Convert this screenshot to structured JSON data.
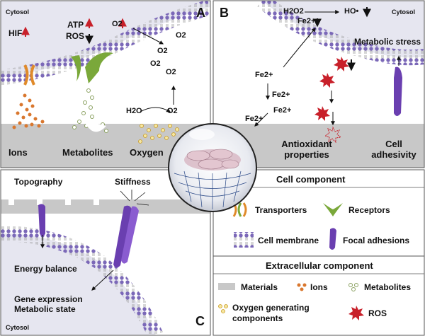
{
  "panel_a": {
    "letter": "A",
    "cytosol": "Cytosol",
    "hif": "HIF",
    "atp": "ATP",
    "ros": "ROS",
    "o2_labels": [
      "O2",
      "O2",
      "O2",
      "O2",
      "O2"
    ],
    "h2o": "H2O",
    "o2_product": "O2",
    "ions": "Ions",
    "metabolites": "Metabolites",
    "oxygen": "Oxygen"
  },
  "panel_b": {
    "letter": "B",
    "cytosol": "Cytosol",
    "h2o2": "H2O2",
    "fe2_top": "Fe2+",
    "ho": "HO•",
    "metabolic_stress": "Metabolic stress",
    "fe2_labels": [
      "Fe2+",
      "Fe2+",
      "Fe2+",
      "Fe2+"
    ],
    "antioxidant": "Antioxidant properties",
    "cell_adhesivity": "Cell adhesivity"
  },
  "panel_c": {
    "letter": "C",
    "topography": "Topography",
    "stiffness": "Stiffness",
    "energy_balance": "Energy balance",
    "gene_expression": "Gene expression",
    "metabolic_state": "Metabolic state",
    "cytosol": "Cytosol"
  },
  "legend": {
    "cell_component_title": "Cell component",
    "transporters": "Transporters",
    "receptors": "Receptors",
    "cell_membrane": "Cell membrane",
    "focal_adhesions": "Focal adhesions",
    "extracellular_title": "Extracellular component",
    "materials": "Materials",
    "ions": "Ions",
    "metabolites": "Metabolites",
    "oxygen_generating": "Oxygen generating components",
    "ros": "ROS"
  },
  "colors": {
    "membrane_head": "#7b68b8",
    "membrane_tail": "#9a9a9a",
    "cytosol_bg": "#e8e8f2",
    "material_gray": "#c8c8c8",
    "ion_orange": "#d9772e",
    "oxygen_yellow": "#e0b234",
    "ros_red": "#c8202a",
    "focal_purple": "#6a3fb0",
    "receptor_green": "#7aa83a",
    "arrow_red": "#c8202a"
  }
}
